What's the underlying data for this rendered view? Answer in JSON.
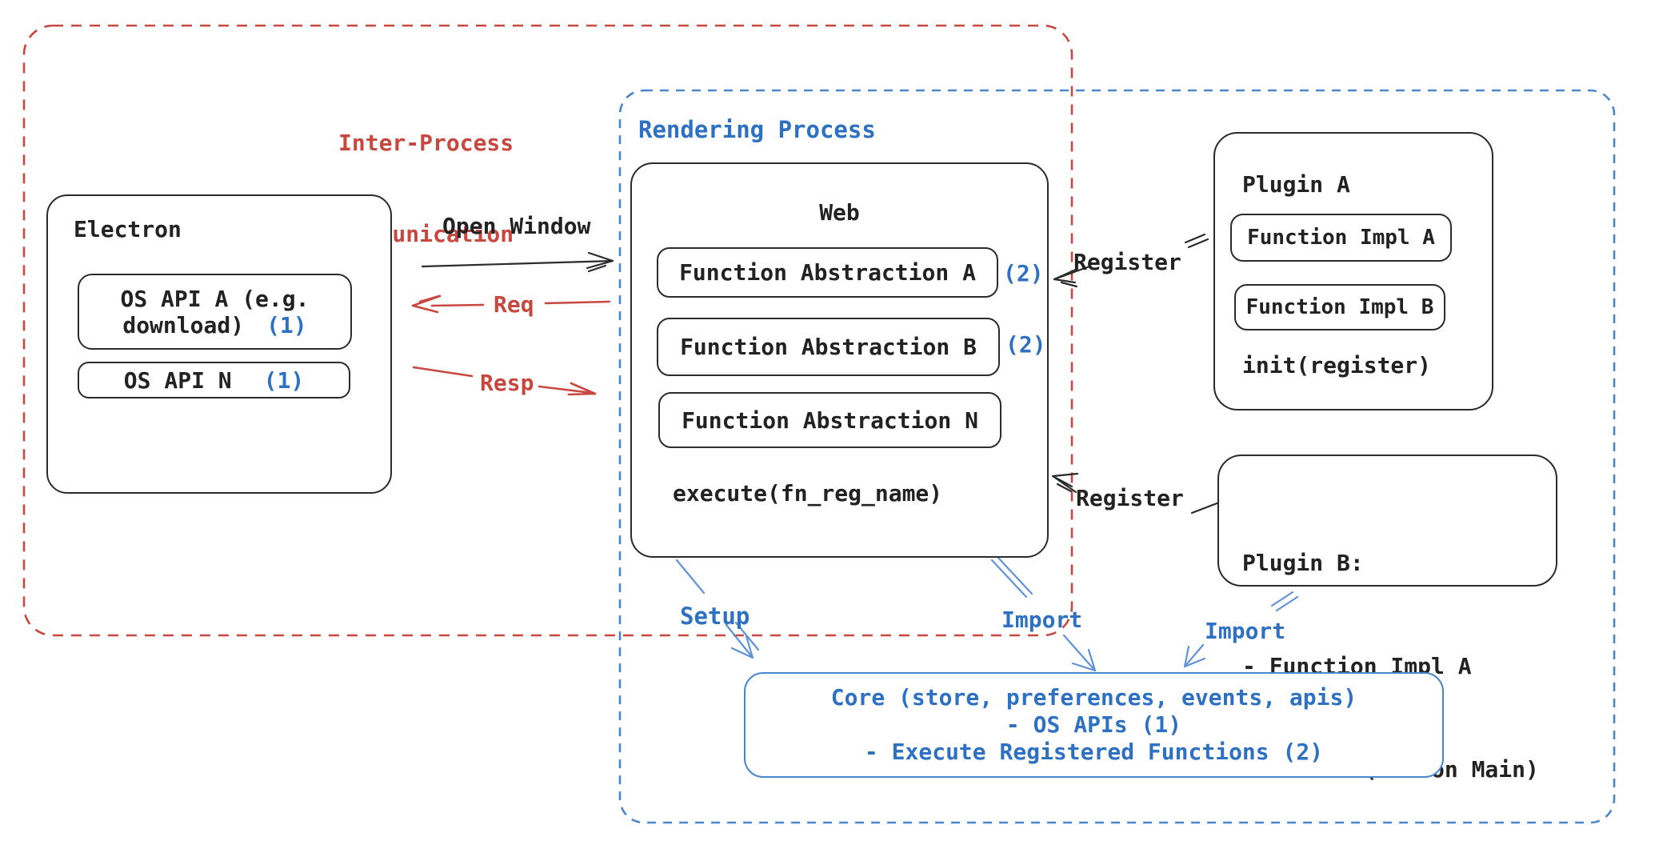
{
  "diagram": {
    "ipc": {
      "label_line1": "Inter-Process",
      "label_line2": "Communication"
    },
    "rendering": {
      "label": "Rendering Process"
    },
    "electron": {
      "title": "Electron",
      "api_a_line1": "OS API A (e.g.",
      "api_a_line2": "download)",
      "api_a_badge": "(1)",
      "api_n": "OS API N",
      "api_n_badge": "(1)"
    },
    "web": {
      "title": "Web",
      "fa_a": "Function Abstraction A",
      "fa_a_badge": "(2)",
      "fa_b": "Function Abstraction B",
      "fa_b_badge": "(2)",
      "fa_n": "Function Abstraction N",
      "execute": "execute(fn_reg_name)"
    },
    "plugin_a": {
      "title": "Plugin A",
      "impl_a": "Function Impl A",
      "impl_b": "Function Impl B",
      "init": "init(register)"
    },
    "plugin_b": {
      "title": "Plugin B:",
      "item1": "- Function Impl A",
      "item2": "- Module (run on Main)"
    },
    "core": {
      "line1": "Core (store, preferences, events, apis)",
      "line2": "- OS APIs (1)",
      "line3": "- Execute Registered Functions (2)"
    },
    "arrows": {
      "open_window": "Open Window",
      "req": "Req",
      "resp": "Resp",
      "register_a": "Register",
      "register_b": "Register",
      "setup": "Setup",
      "import_web": "Import",
      "import_plugin": "Import"
    },
    "colors": {
      "red": "#c8473f",
      "blue": "#2e71c2",
      "light_blue": "#5f93d6",
      "dash_blue": "#4987cc",
      "black": "#2b2b2b"
    }
  }
}
